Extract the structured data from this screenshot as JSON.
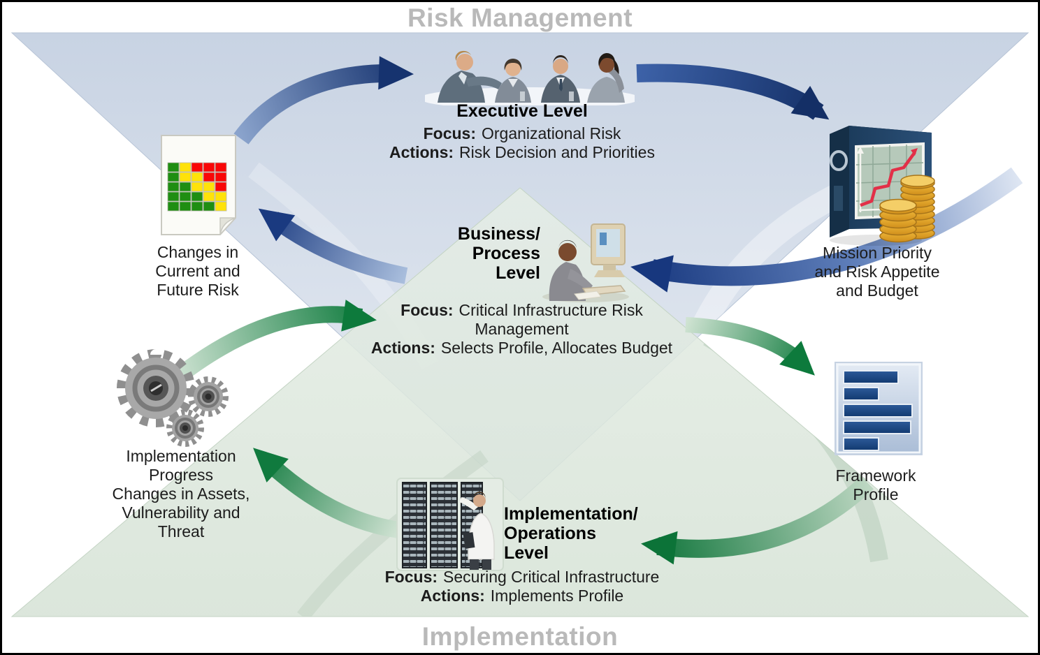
{
  "titles": {
    "top": "Risk Management",
    "bottom": "Implementation"
  },
  "levels": {
    "executive": {
      "name": "Executive Level",
      "focus_label": "Focus:",
      "focus": "Organizational Risk",
      "actions_label": "Actions:",
      "actions": "Risk Decision and Priorities"
    },
    "business": {
      "name": "Business/\nProcess\nLevel",
      "focus_label": "Focus:",
      "focus": "Critical Infrastructure Risk Management",
      "actions_label": "Actions:",
      "actions": "Selects Profile, Allocates Budget"
    },
    "operations": {
      "name": "Implementation/\nOperations\nLevel",
      "focus_label": "Focus:",
      "focus": "Securing Critical Infrastructure",
      "actions_label": "Actions:",
      "actions": "Implements Profile"
    }
  },
  "flow_labels": {
    "changes_in_risk": "Changes in\nCurrent and\nFuture Risk",
    "mission_priority": "Mission Priority\nand Risk Appetite\nand Budget",
    "implementation_progress": "Implementation\nProgress\nChanges in Assets,\nVulnerability and\nThreat",
    "framework_profile": "Framework\nProfile"
  },
  "icons": {
    "executive_meeting": "business-meeting-photo",
    "risk_heatmap": "risk-heatmap-document-icon",
    "budget_binder": "binder-chart-coins-icon",
    "gears": "gears-icon",
    "analyst_computer": "analyst-at-computer-icon",
    "server_room": "server-room-photo",
    "framework_profile": "framework-profile-bars-icon"
  },
  "colors": {
    "risk_arrow_blue": "#17377e",
    "implementation_arrow_green": "#0d7a3c",
    "risk_triangle_blue": "#ccd7e5",
    "implementation_triangle_green": "#d9e4d8",
    "title_gray": "#b9b9b9",
    "heatmap_green": "#1f8e12",
    "heatmap_yellow": "#ffe20a",
    "heatmap_red": "#f90707"
  }
}
